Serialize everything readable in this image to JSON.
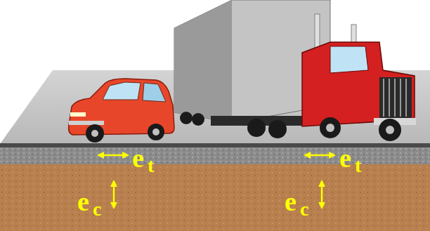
{
  "diagram": {
    "labels": [
      "e",
      "t",
      "e",
      "t",
      "e",
      "c",
      "e",
      "c"
    ]
  }
}
